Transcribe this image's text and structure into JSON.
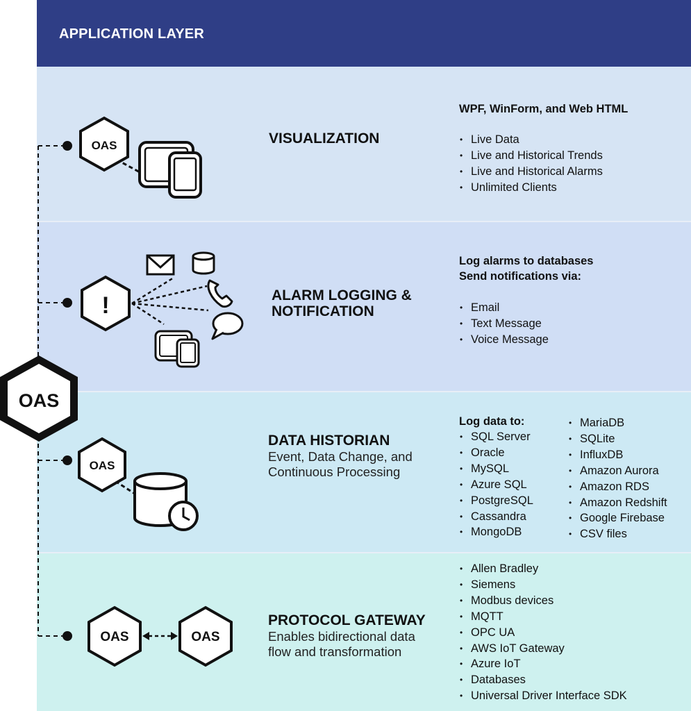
{
  "header": {
    "title": "APPLICATION LAYER"
  },
  "hub": {
    "label": "OAS"
  },
  "visualization": {
    "title": "VISUALIZATION",
    "icon_label": "OAS",
    "heading": "WPF, WinForm, and Web HTML",
    "items": [
      "Live Data",
      "Live and Historical Trends",
      "Live and Historical Alarms",
      "Unlimited Clients"
    ]
  },
  "alarm": {
    "title_line1": "ALARM LOGGING &",
    "title_line2": "NOTIFICATION",
    "icon_label": "!",
    "heading_line1": "Log alarms to databases",
    "heading_line2": "Send notifications via:",
    "items": [
      "Email",
      "Text Message",
      "Voice Message"
    ]
  },
  "historian": {
    "title": "DATA HISTORIAN",
    "subtitle_line1": "Event, Data Change, and",
    "subtitle_line2": "Continuous Processing",
    "icon_label": "OAS",
    "heading": "Log data to:",
    "col1": [
      "SQL Server",
      "Oracle",
      "MySQL",
      "Azure SQL",
      "PostgreSQL",
      "Cassandra",
      "MongoDB"
    ],
    "col2": [
      "MariaDB",
      "SQLite",
      "InfluxDB",
      "Amazon Aurora",
      "Amazon RDS",
      "Amazon Redshift",
      "Google Firebase",
      "CSV files"
    ]
  },
  "gateway": {
    "title": "PROTOCOL GATEWAY",
    "subtitle_line1": "Enables bidirectional data",
    "subtitle_line2": "flow and transformation",
    "icon_label_left": "OAS",
    "icon_label_right": "OAS",
    "items": [
      "Allen Bradley",
      "Siemens",
      "Modbus devices",
      "MQTT",
      "OPC UA",
      "AWS IoT Gateway",
      "Azure IoT",
      "Databases",
      "Universal Driver Interface SDK"
    ]
  }
}
